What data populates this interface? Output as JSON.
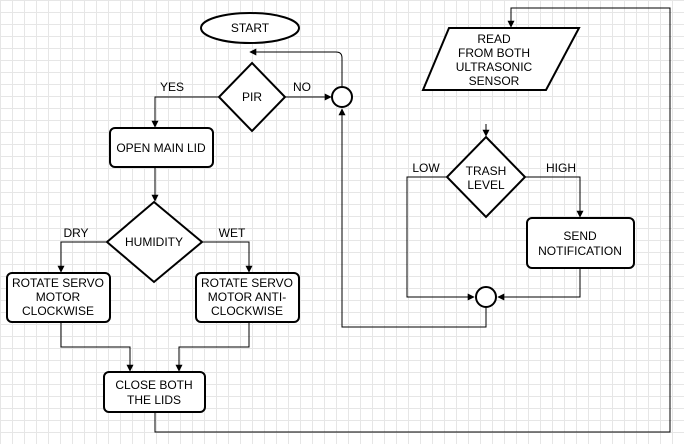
{
  "nodes": {
    "start": "START",
    "pir": "PIR",
    "open_main_lid": "OPEN MAIN LID",
    "humidity": "HUMIDITY",
    "rotate_cw": [
      "ROTATE SERVO",
      "MOTOR",
      "CLOCKWISE"
    ],
    "rotate_acw": [
      "ROTATE SERVO",
      "MOTOR ANTI-",
      "CLOCKWISE"
    ],
    "close_lids": [
      "CLOSE BOTH",
      "THE LIDS"
    ],
    "read_sensor": [
      "READ",
      "FROM BOTH",
      "ULTRASONIC",
      "SENSOR"
    ],
    "trash_level": [
      "TRASH",
      "LEVEL"
    ],
    "send_notification": [
      "SEND",
      "NOTIFICATION"
    ]
  },
  "edge_labels": {
    "pir_yes": "YES",
    "pir_no": "NO",
    "humidity_dry": "DRY",
    "humidity_wet": "WET",
    "trash_low": "LOW",
    "trash_high": "HIGH"
  }
}
